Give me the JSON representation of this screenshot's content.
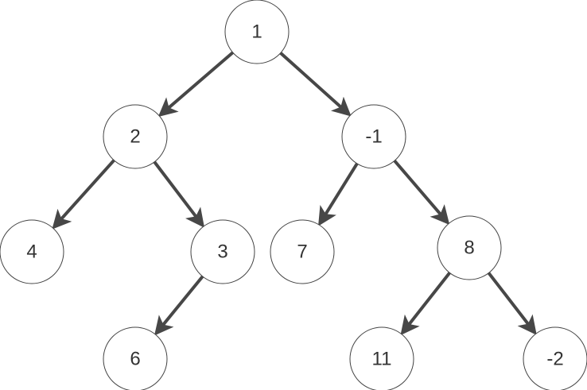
{
  "tree": {
    "nodes": [
      {
        "id": "n1",
        "label": "1"
      },
      {
        "id": "n2",
        "label": "2"
      },
      {
        "id": "nm1",
        "label": "-1"
      },
      {
        "id": "n4",
        "label": "4"
      },
      {
        "id": "n3",
        "label": "3"
      },
      {
        "id": "n7",
        "label": "7"
      },
      {
        "id": "n8",
        "label": "8"
      },
      {
        "id": "n6",
        "label": "6"
      },
      {
        "id": "n11",
        "label": "11"
      },
      {
        "id": "nm2",
        "label": "-2"
      }
    ],
    "edges": [
      [
        "n1",
        "n2"
      ],
      [
        "n1",
        "nm1"
      ],
      [
        "n2",
        "n4"
      ],
      [
        "n2",
        "n3"
      ],
      [
        "nm1",
        "n7"
      ],
      [
        "nm1",
        "n8"
      ],
      [
        "n3",
        "n6"
      ],
      [
        "n8",
        "n11"
      ],
      [
        "n8",
        "nm2"
      ]
    ],
    "colors": {
      "edge": "#474747",
      "node_stroke": "#444444",
      "text": "#333333"
    }
  }
}
